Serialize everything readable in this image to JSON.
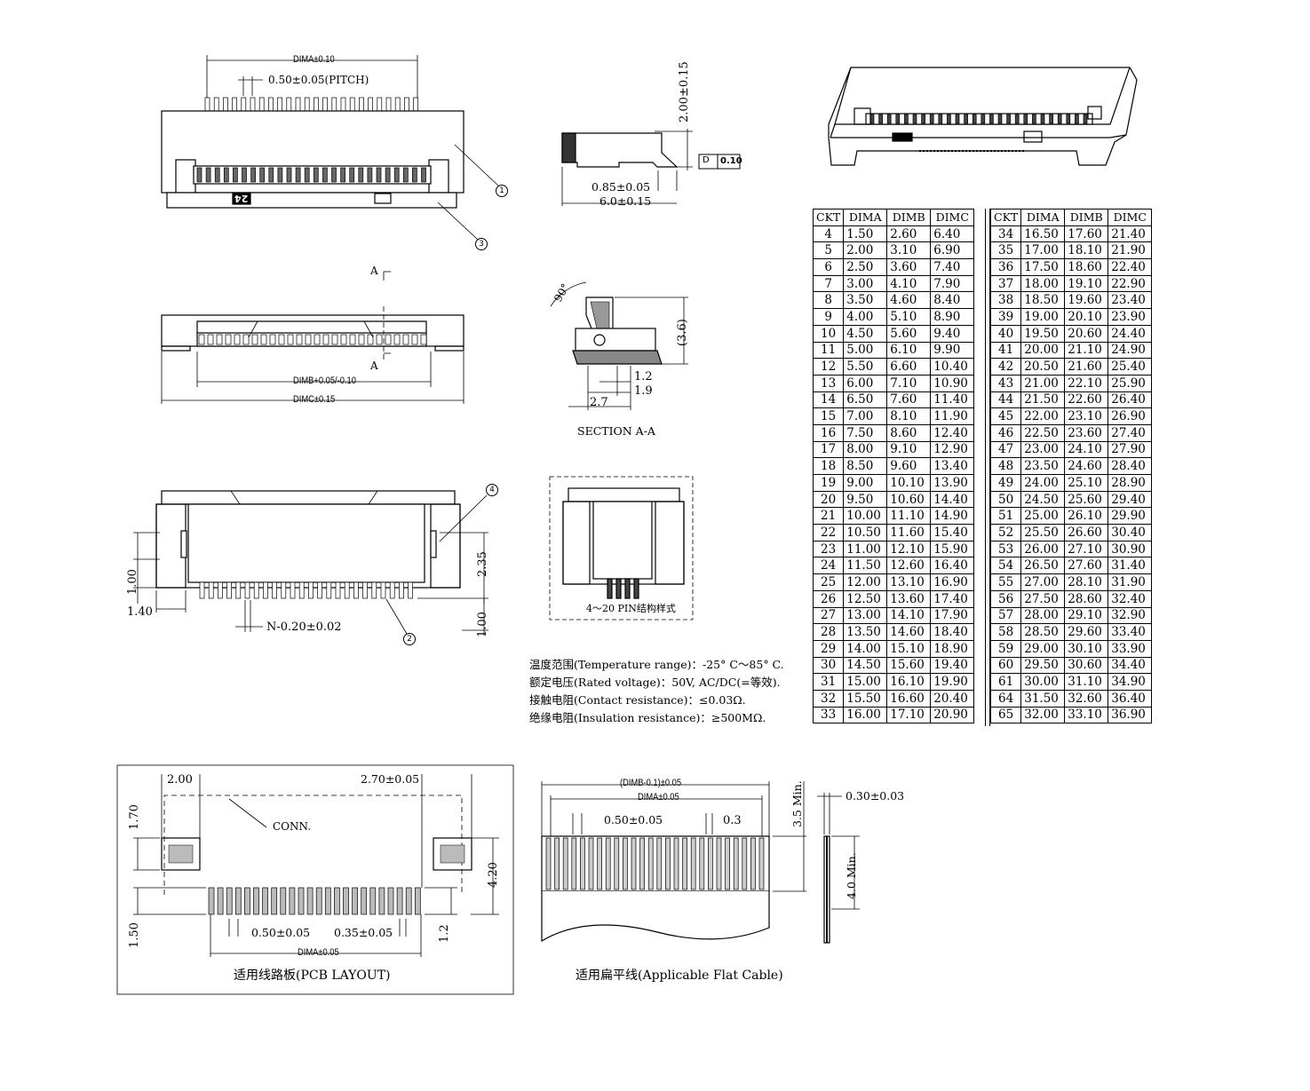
{
  "top_view": {
    "dim_a": "DIMA±0.10",
    "pitch": "0.50±0.05(PITCH)",
    "marking": "24",
    "balloon_1": "1",
    "balloon_3": "3"
  },
  "side_view": {
    "height": "2.00±0.15",
    "flatness_symbol": "D",
    "flatness": "0.10",
    "offset": "0.85±0.05",
    "depth": "6.0±0.15"
  },
  "front_view": {
    "section_mark_top": "A",
    "section_mark_bottom": "A",
    "dim_b": "DIMB+0.05/-0.10",
    "dim_c": "DIMC±0.15"
  },
  "section_aa": {
    "angle": "90°",
    "open_height": "(3.6)",
    "d1": "1.2",
    "d2": "1.9",
    "d3": "2.7",
    "caption": "SECTION A-A"
  },
  "bottom_view": {
    "balloon_4": "4",
    "balloon_2": "2",
    "h1": "1.00",
    "w1": "1.40",
    "h2": "2.35",
    "h3": "1.00",
    "pin_width": "N-0.20±0.02"
  },
  "pin_style": {
    "caption": "4～20 PIN结构样式"
  },
  "specs": [
    "温度范围(Temperature range)：-25° C～85° C.",
    "额定电压(Rated voltage)：50V, AC/DC(=等效).",
    "接触电阻(Contact resistance)：≤0.03Ω.",
    "绝缘电阻(Insulation resistance)：≥500MΩ."
  ],
  "dimension_table": {
    "headers": [
      "CKT",
      "DIMA",
      "DIMB",
      "DIMC"
    ],
    "left_rows": [
      [
        "4",
        "1.50",
        "2.60",
        "6.40"
      ],
      [
        "5",
        "2.00",
        "3.10",
        "6.90"
      ],
      [
        "6",
        "2.50",
        "3.60",
        "7.40"
      ],
      [
        "7",
        "3.00",
        "4.10",
        "7.90"
      ],
      [
        "8",
        "3.50",
        "4.60",
        "8.40"
      ],
      [
        "9",
        "4.00",
        "5.10",
        "8.90"
      ],
      [
        "10",
        "4.50",
        "5.60",
        "9.40"
      ],
      [
        "11",
        "5.00",
        "6.10",
        "9.90"
      ],
      [
        "12",
        "5.50",
        "6.60",
        "10.40"
      ],
      [
        "13",
        "6.00",
        "7.10",
        "10.90"
      ],
      [
        "14",
        "6.50",
        "7.60",
        "11.40"
      ],
      [
        "15",
        "7.00",
        "8.10",
        "11.90"
      ],
      [
        "16",
        "7.50",
        "8.60",
        "12.40"
      ],
      [
        "17",
        "8.00",
        "9.10",
        "12.90"
      ],
      [
        "18",
        "8.50",
        "9.60",
        "13.40"
      ],
      [
        "19",
        "9.00",
        "10.10",
        "13.90"
      ],
      [
        "20",
        "9.50",
        "10.60",
        "14.40"
      ],
      [
        "21",
        "10.00",
        "11.10",
        "14.90"
      ],
      [
        "22",
        "10.50",
        "11.60",
        "15.40"
      ],
      [
        "23",
        "11.00",
        "12.10",
        "15.90"
      ],
      [
        "24",
        "11.50",
        "12.60",
        "16.40"
      ],
      [
        "25",
        "12.00",
        "13.10",
        "16.90"
      ],
      [
        "26",
        "12.50",
        "13.60",
        "17.40"
      ],
      [
        "27",
        "13.00",
        "14.10",
        "17.90"
      ],
      [
        "28",
        "13.50",
        "14.60",
        "18.40"
      ],
      [
        "29",
        "14.00",
        "15.10",
        "18.90"
      ],
      [
        "30",
        "14.50",
        "15.60",
        "19.40"
      ],
      [
        "31",
        "15.00",
        "16.10",
        "19.90"
      ],
      [
        "32",
        "15.50",
        "16.60",
        "20.40"
      ],
      [
        "33",
        "16.00",
        "17.10",
        "20.90"
      ]
    ],
    "right_rows": [
      [
        "34",
        "16.50",
        "17.60",
        "21.40"
      ],
      [
        "35",
        "17.00",
        "18.10",
        "21.90"
      ],
      [
        "36",
        "17.50",
        "18.60",
        "22.40"
      ],
      [
        "37",
        "18.00",
        "19.10",
        "22.90"
      ],
      [
        "38",
        "18.50",
        "19.60",
        "23.40"
      ],
      [
        "39",
        "19.00",
        "20.10",
        "23.90"
      ],
      [
        "40",
        "19.50",
        "20.60",
        "24.40"
      ],
      [
        "41",
        "20.00",
        "21.10",
        "24.90"
      ],
      [
        "42",
        "20.50",
        "21.60",
        "25.40"
      ],
      [
        "43",
        "21.00",
        "22.10",
        "25.90"
      ],
      [
        "44",
        "21.50",
        "22.60",
        "26.40"
      ],
      [
        "45",
        "22.00",
        "23.10",
        "26.90"
      ],
      [
        "46",
        "22.50",
        "23.60",
        "27.40"
      ],
      [
        "47",
        "23.00",
        "24.10",
        "27.90"
      ],
      [
        "48",
        "23.50",
        "24.60",
        "28.40"
      ],
      [
        "49",
        "24.00",
        "25.10",
        "28.90"
      ],
      [
        "50",
        "24.50",
        "25.60",
        "29.40"
      ],
      [
        "51",
        "25.00",
        "26.10",
        "29.90"
      ],
      [
        "52",
        "25.50",
        "26.60",
        "30.40"
      ],
      [
        "53",
        "26.00",
        "27.10",
        "30.90"
      ],
      [
        "54",
        "26.50",
        "27.60",
        "31.40"
      ],
      [
        "55",
        "27.00",
        "28.10",
        "31.90"
      ],
      [
        "56",
        "27.50",
        "28.60",
        "32.40"
      ],
      [
        "57",
        "28.00",
        "29.10",
        "32.90"
      ],
      [
        "58",
        "28.50",
        "29.60",
        "33.40"
      ],
      [
        "59",
        "29.00",
        "30.10",
        "33.90"
      ],
      [
        "60",
        "29.50",
        "30.60",
        "34.40"
      ],
      [
        "61",
        "30.00",
        "31.10",
        "34.90"
      ],
      [
        "64",
        "31.50",
        "32.60",
        "36.40"
      ],
      [
        "65",
        "32.00",
        "33.10",
        "36.90"
      ]
    ]
  },
  "pcb_layout": {
    "d1": "2.00",
    "d2": "2.70±0.05",
    "d3": "1.70",
    "conn": "CONN.",
    "d4": "4.20",
    "d5": "1.50",
    "d6": "0.50±0.05",
    "d7": "0.35±0.05",
    "d8": "1.2",
    "dim_a": "DIMA±0.05",
    "caption": "适用线路板(PCB LAYOUT)"
  },
  "flat_cable": {
    "width": "(DIMB-0.1)±0.05",
    "dim_a": "DIMA±0.05",
    "pitch": "0.50±0.05",
    "conductor": "0.3",
    "exposed": "3.5 Min.",
    "thickness": "0.30±0.03",
    "stiffener": "4.0 Min.",
    "caption": "适用扁平线(Applicable Flat Cable)"
  }
}
